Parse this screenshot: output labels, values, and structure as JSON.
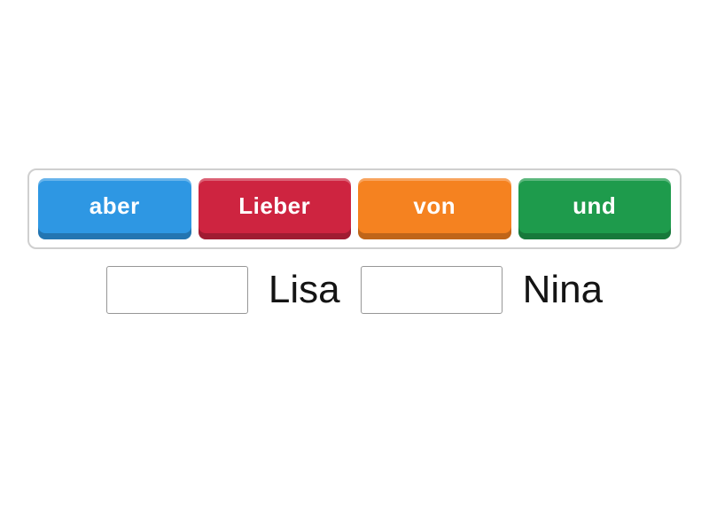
{
  "activity": {
    "type": "missing-word-exercise",
    "word_bank": {
      "tiles": [
        {
          "label": "aber",
          "color": "#2e97e3",
          "color_name": "blue"
        },
        {
          "label": "Lieber",
          "color": "#ce2440",
          "color_name": "red"
        },
        {
          "label": "von",
          "color": "#f58220",
          "color_name": "orange"
        },
        {
          "label": "und",
          "color": "#1e9b4c",
          "color_name": "green"
        }
      ]
    },
    "sentence": {
      "words": [
        "Lisa",
        "Nina"
      ],
      "blank_count": 2
    }
  },
  "colors": {
    "page_background": "#ffffff",
    "tray_border": "#cfcfcf",
    "blank_border": "#979797",
    "tile_text": "#ffffff",
    "sentence_text": "#141414"
  }
}
